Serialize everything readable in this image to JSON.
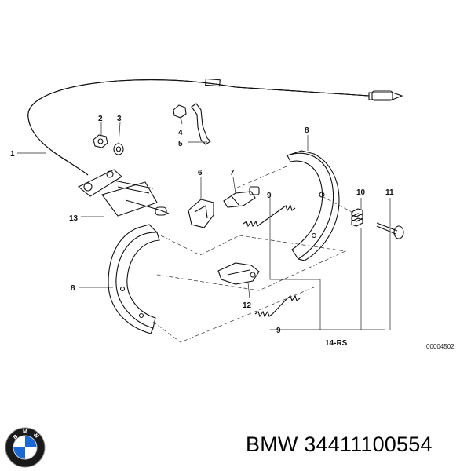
{
  "diagram": {
    "callouts": [
      "1",
      "2",
      "3",
      "4",
      "5",
      "6",
      "7",
      "8",
      "9",
      "10",
      "11",
      "12",
      "13",
      "14-RS"
    ],
    "drawing_number": "00004502"
  },
  "caption": {
    "brand": "BMW",
    "part_number": "34411100554",
    "full_text": "BMW 34411100554"
  },
  "logo": {
    "name": "bmw-roundel",
    "letters": "BMW",
    "colors": {
      "ring": "#1a1a1a",
      "blue": "#1c69d4",
      "white": "#ffffff"
    }
  }
}
